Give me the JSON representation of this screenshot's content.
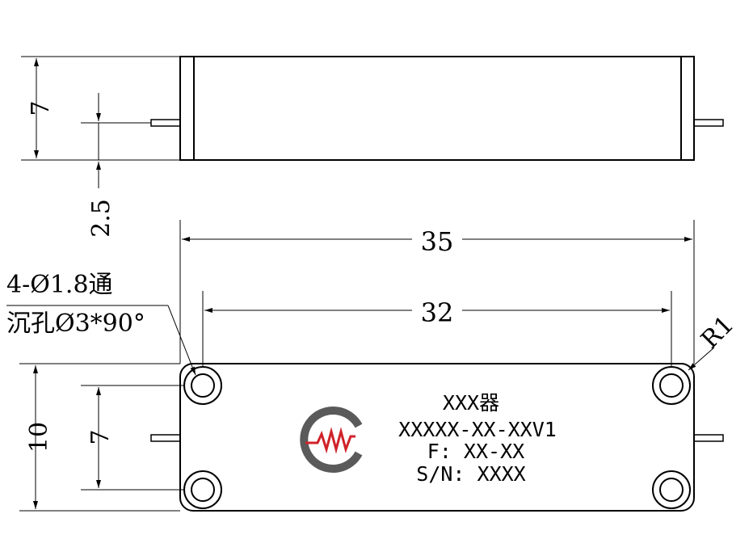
{
  "dimensions": {
    "height_top": "7",
    "pin_offset": "2.5",
    "total_length": "35",
    "hole_spacing_x": "32",
    "width": "10",
    "hole_spacing_y": "7",
    "corner_radius": "R1"
  },
  "hole_note": {
    "line1": "4-Ø1.8通",
    "line2": "沉孔Ø3*90°"
  },
  "plate": {
    "line1": "XXX器",
    "line2": "XXXXX-XX-XXV1",
    "line3": "F: XX-XX",
    "line4": "S/N: XXXX"
  },
  "colors": {
    "logo_gray": "#5a5a5a",
    "logo_red": "#d0222a",
    "line": "#000000"
  }
}
